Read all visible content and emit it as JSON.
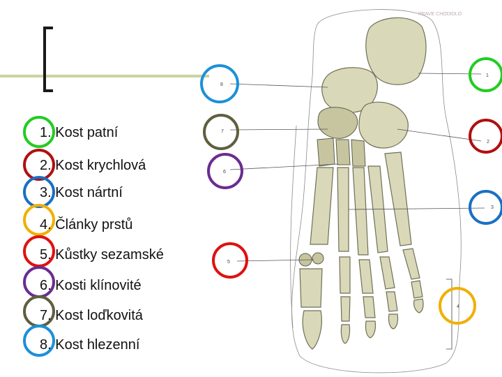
{
  "legend": [
    {
      "text": "1. Kost patní",
      "color": "#22cc22"
    },
    {
      "text": "2. Kost krychlová",
      "color": "#b01010"
    },
    {
      "text": "3. Kost nártní",
      "color": "#1a6fc4"
    },
    {
      "text": "4. Články prstů",
      "color": "#f0b000"
    },
    {
      "text": "5. Kůstky sezamské",
      "color": "#e01010"
    },
    {
      "text": "6. Kosti klínovité",
      "color": "#6a2c91"
    },
    {
      "text": "7. Kost loďkovitá",
      "color": "#5f5f3f"
    },
    {
      "text": "8. Kost hlezenní",
      "color": "#1c90d8"
    }
  ],
  "labels": [
    {
      "num": "1",
      "color": "#22cc22"
    },
    {
      "num": "2",
      "color": "#b01010"
    },
    {
      "num": "3",
      "color": "#1a6fc4"
    },
    {
      "num": "4",
      "color": "#f0b000"
    },
    {
      "num": "5",
      "color": "#e01010"
    },
    {
      "num": "6",
      "color": "#6a2c91"
    },
    {
      "num": "7",
      "color": "#5f5f3f"
    },
    {
      "num": "8",
      "color": "#1c90d8"
    }
  ],
  "handnote": "PRAVE CHODIDLO",
  "accent": {
    "bracket": "#1a1a1a",
    "rule": "#c9d4a0"
  }
}
